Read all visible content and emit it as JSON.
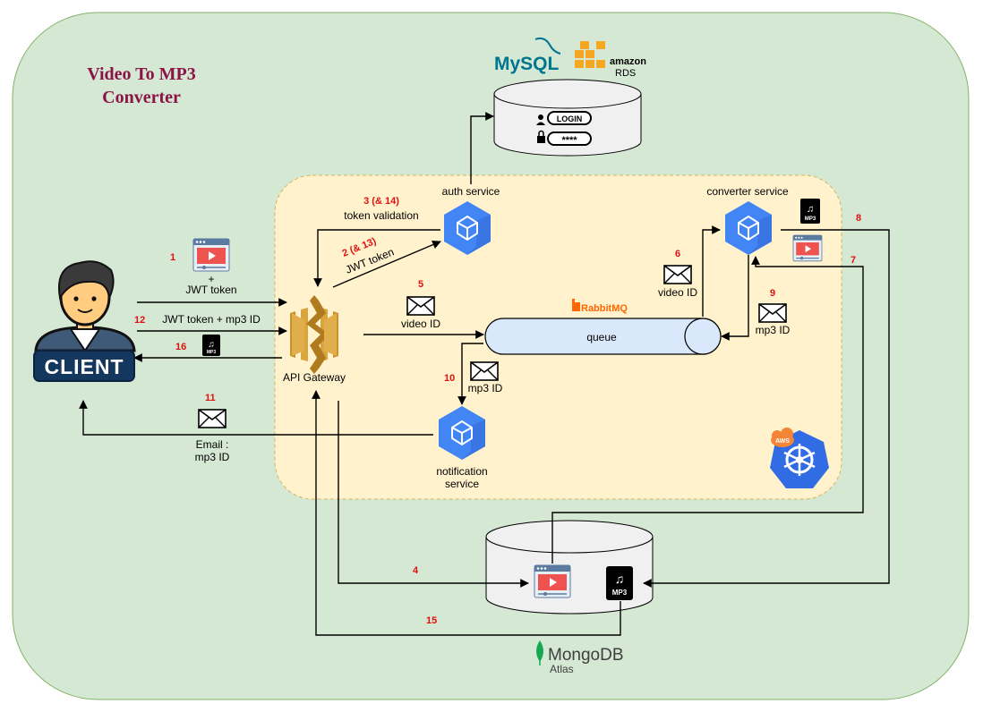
{
  "title_line1": "Video To MP3",
  "title_line2": "Converter",
  "client": {
    "label": "CLIENT"
  },
  "gateway": {
    "label": "API Gateway"
  },
  "auth_service": {
    "label": "auth service"
  },
  "converter_service": {
    "label": "converter service"
  },
  "notification_service": {
    "line1": "notification",
    "line2": "service"
  },
  "queue": {
    "label": "queue",
    "brand": "RabbitMQ"
  },
  "mysql": {
    "brand": "MySQL",
    "rds_line1": "amazon",
    "rds_line2": "RDS",
    "login_text": "LOGIN",
    "password_text": "****"
  },
  "mongodb": {
    "brand": "MongoDB",
    "sub": "Atlas"
  },
  "aws_badge": "AWS",
  "mp3_icon_text": "MP3",
  "flows": {
    "n1": "1",
    "l1a": "+",
    "l1b": "JWT token",
    "n2": "2 (& 13)",
    "l2": "JWT token",
    "n3": "3 (& 14)",
    "l3": "token validation",
    "n4": "4",
    "n5": "5",
    "l5": "video ID",
    "n6": "6",
    "l6": "video ID",
    "n7": "7",
    "n8": "8",
    "n9": "9",
    "l9": "mp3 ID",
    "n10": "10",
    "l10": "mp3 ID",
    "n11": "11",
    "l11a": "Email :",
    "l11b": "mp3 ID",
    "n12": "12",
    "l12": "JWT token + mp3 ID",
    "n15": "15",
    "n16": "16"
  },
  "colors": {
    "outer_bg": "#d5e8d4",
    "cluster_bg": "#fff2cc",
    "gcp_blue": "#4285f4",
    "queue_fill": "#dae8fc",
    "gateway_gold": "#c8922a",
    "title": "#8a1446",
    "step_number": "#e01010"
  }
}
